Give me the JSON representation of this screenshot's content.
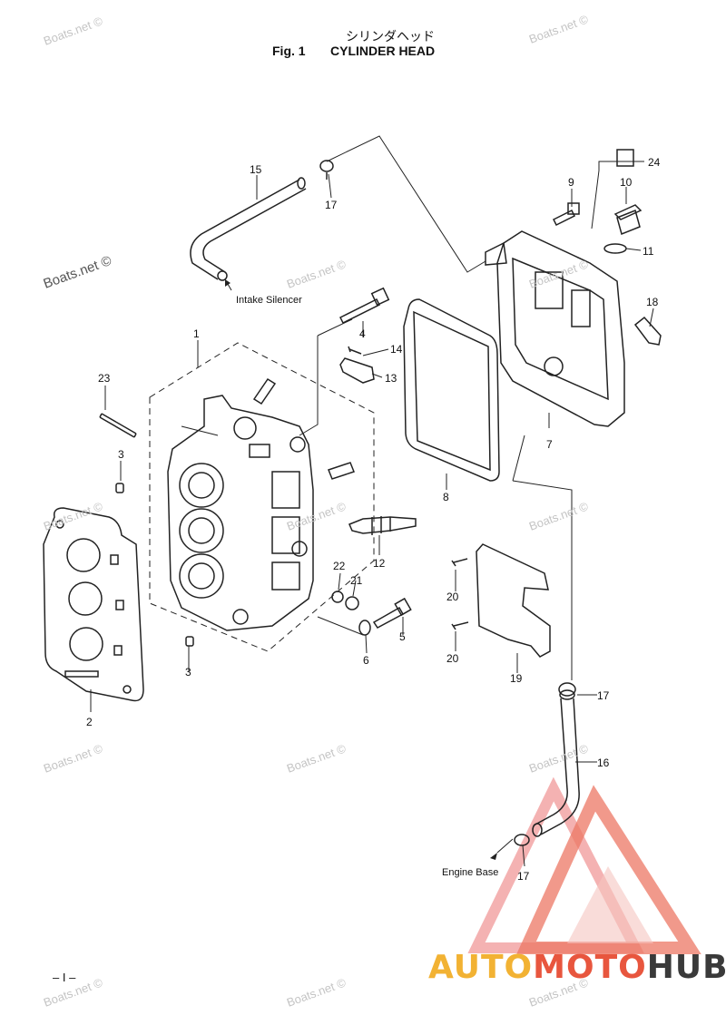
{
  "title": {
    "japanese": "シリンダヘッド",
    "fig": "Fig. 1",
    "english": "CYLINDER HEAD"
  },
  "notes": {
    "intake_silencer": "Intake Silencer",
    "engine_base": "Engine Base"
  },
  "callouts": {
    "c1": "1",
    "c2": "2",
    "c3a": "3",
    "c3b": "3",
    "c4": "4",
    "c5": "5",
    "c6": "6",
    "c7": "7",
    "c8": "8",
    "c9": "9",
    "c10": "10",
    "c11": "11",
    "c12": "12",
    "c13": "13",
    "c14": "14",
    "c15": "15",
    "c16": "16",
    "c17a": "17",
    "c17b": "17",
    "c17c": "17",
    "c18": "18",
    "c19": "19",
    "c20a": "20",
    "c20b": "20",
    "c21": "21",
    "c22": "22",
    "c23": "23",
    "c24": "24"
  },
  "watermark": "Boats.net ©",
  "page_number": "– I –",
  "logo": {
    "auto": "AUTO",
    "moto": "MOTO",
    "hub": "HUB"
  },
  "colors": {
    "logo_orange": "#f2b233",
    "logo_red": "#e8563e",
    "logo_dark": "#3a3a3a"
  }
}
